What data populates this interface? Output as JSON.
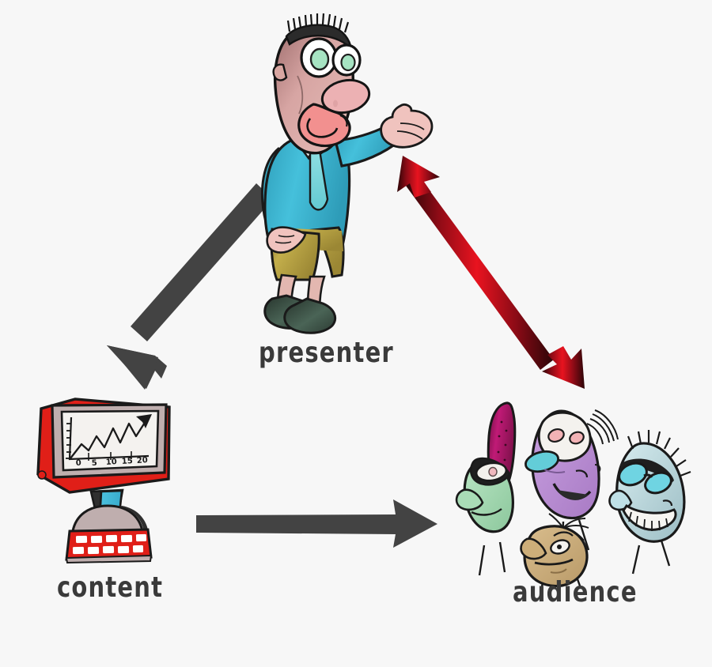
{
  "diagram": {
    "title": "presentation communication triangle",
    "background_color": "#f7f7f7",
    "nodes": [
      {
        "id": "presenter",
        "label": "presenter",
        "description": "cartoon man in teal jacket and tie with khaki shorts, speaking and gesturing",
        "colors": {
          "jacket": "#3ab7d0",
          "tie": "#6fd0d8",
          "shorts": "#b29b3c",
          "shoes": "#3e5a4d",
          "skin": "#d9a9a6",
          "eye_iris": "#a6e3c2"
        }
      },
      {
        "id": "content",
        "label": "content",
        "description": "red computer monitor showing a rising line chart, with red keyboard base",
        "colors": {
          "monitor_body": "#e21f18",
          "bezel": "#bfaeae",
          "screen": "#f4f2ef",
          "stand_neck": "#4cc2e0",
          "keyboard": "#e21f18",
          "keys": "#ffffff"
        }
      },
      {
        "id": "audience",
        "label": "audience",
        "description": "four cartoon faces on thin bodies",
        "colors": {
          "face_green": "#a8dcb4",
          "hat_magenta": "#b5186e",
          "face_purple": "#b98fd4",
          "face_tan": "#cdae79",
          "face_blue": "#bfe0e6",
          "sunglasses": "#6fd4e2"
        }
      }
    ],
    "arrows": [
      {
        "id": "presenter-to-content",
        "from": "presenter",
        "to": "content",
        "direction": "one-way",
        "color": "#3e3e3e",
        "style": "solid-block"
      },
      {
        "id": "presenter-to-audience",
        "from": "presenter",
        "to": "audience",
        "direction": "two-way",
        "color": "#c8102a",
        "style": "gradient-double-headed"
      },
      {
        "id": "content-to-audience",
        "from": "content",
        "to": "audience",
        "direction": "one-way",
        "color": "#3e3e3e",
        "style": "solid-block"
      }
    ]
  },
  "screen_chart": {
    "type": "line",
    "title": "",
    "xlabel": "",
    "ylabel": "",
    "x_tick_labels": [
      "0",
      "5",
      "10",
      "15",
      "20"
    ],
    "y_tick_labels": [],
    "x": [
      0,
      2,
      4,
      6,
      8,
      10,
      12,
      14,
      16,
      18,
      20
    ],
    "values": [
      0,
      3.2,
      1.6,
      4.6,
      2.2,
      6.0,
      3.0,
      7.4,
      4.2,
      8.4,
      9.6
    ],
    "ylim": [
      0,
      10
    ],
    "xlim": [
      0,
      22
    ],
    "grid": false,
    "legend": "none",
    "annotation": "arrowhead at end of line indicating upward growth trend",
    "line_color": "#2a2a2a"
  }
}
